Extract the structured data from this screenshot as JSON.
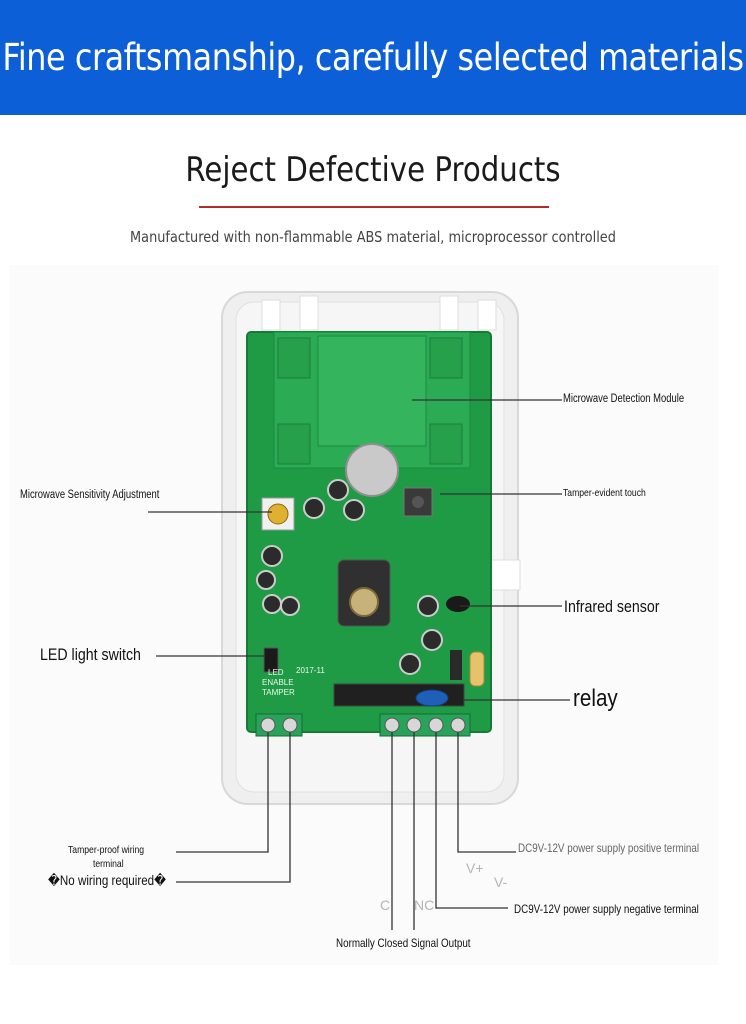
{
  "banner": {
    "title": "Fine craftsmanship, carefully selected materials"
  },
  "header": {
    "title": "Reject Defective Products",
    "subtitle": "Manufactured with non-flammable ABS material, microprocessor controlled"
  },
  "labels": {
    "microwave_module": "Microwave Detection Module",
    "tamper_touch": "Tamper-evident touch",
    "sensitivity": "Microwave Sensitivity Adjustment",
    "infrared": "Infrared sensor",
    "led_switch": "LED light switch",
    "relay": "relay",
    "tamper_wiring_1": "Tamper-proof wiring",
    "tamper_wiring_2": "terminal",
    "no_wiring": "�No wiring required�",
    "power_pos": "DC9V-12V power supply positive terminal",
    "power_neg": "DC9V-12V power supply negative terminal",
    "nc_output": "Normally Closed Signal Output"
  },
  "board_markings": {
    "led": "LED",
    "enable": "ENABLE",
    "tamper": "TAMPER",
    "year": "2017-11",
    "vplus": "V+",
    "vminus": "V-",
    "c": "C",
    "nc": "NC"
  },
  "colors": {
    "banner": "#0d5fd8",
    "accent_rule": "#b22a2a",
    "pcb": "#1f9a45"
  }
}
